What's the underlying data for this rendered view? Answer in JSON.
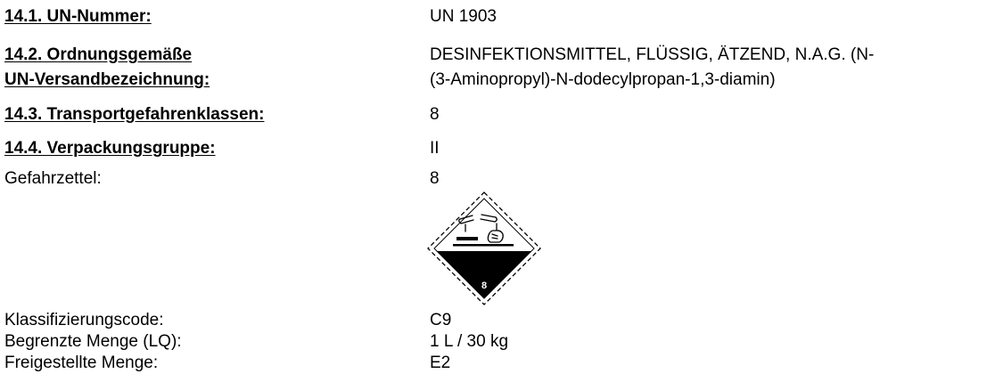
{
  "section14": {
    "un_number": {
      "label": "14.1. UN-Nummer:",
      "value": "UN 1903"
    },
    "shipping_name": {
      "label_line1": "14.2. Ordnungsgemäße",
      "label_line2": "UN-Versandbezeichnung:",
      "value_line1": "DESINFEKTIONSMITTEL, FLÜSSIG, ÄTZEND, N.A.G. (N-",
      "value_line2": "(3-Aminopropyl)-N-dodecylpropan-1,3-diamin)"
    },
    "hazard_class": {
      "label": "14.3. Transportgefahrenklassen:",
      "value": "8"
    },
    "packing_group": {
      "label": "14.4. Verpackungsgruppe:",
      "value": "II"
    },
    "hazard_label": {
      "label": "Gefahrzettel:",
      "value": "8"
    },
    "placard": {
      "icon": "corrosive-hazard-placard-icon",
      "number": "8"
    },
    "classification_code": {
      "label": "Klassifizierungscode:",
      "value": "C9"
    },
    "limited_quantity": {
      "label": "Begrenzte Menge (LQ):",
      "value": "1 L / 30 kg"
    },
    "excepted_quantity": {
      "label": "Freigestellte Menge:",
      "value": "E2"
    }
  }
}
